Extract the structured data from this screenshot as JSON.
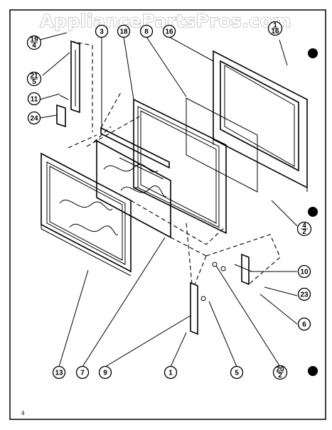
{
  "watermark": "AppliancePartsPros.com",
  "page_marker": "4",
  "callouts": [
    {
      "id": "c-19-4",
      "top": "19",
      "bottom": "4",
      "fraction": true
    },
    {
      "id": "c-3",
      "top": "3"
    },
    {
      "id": "c-18",
      "top": "18"
    },
    {
      "id": "c-8",
      "top": "8"
    },
    {
      "id": "c-16",
      "top": "16"
    },
    {
      "id": "c-1-16",
      "top": "1",
      "bottom": "16",
      "fraction": true
    },
    {
      "id": "c-21-5",
      "top": "21",
      "bottom": "5",
      "fraction": true
    },
    {
      "id": "c-11",
      "top": "11"
    },
    {
      "id": "c-24",
      "top": "24"
    },
    {
      "id": "c-4-2",
      "top": "4",
      "bottom": "2",
      "fraction": true
    },
    {
      "id": "c-10",
      "top": "10"
    },
    {
      "id": "c-23",
      "top": "23"
    },
    {
      "id": "c-6",
      "top": "6"
    },
    {
      "id": "c-13",
      "top": "13"
    },
    {
      "id": "c-7",
      "top": "7"
    },
    {
      "id": "c-9",
      "top": "9"
    },
    {
      "id": "c-1",
      "top": "1"
    },
    {
      "id": "c-5",
      "top": "5"
    },
    {
      "id": "c-20-2",
      "top": "20",
      "bottom": "2",
      "fraction": true
    }
  ]
}
